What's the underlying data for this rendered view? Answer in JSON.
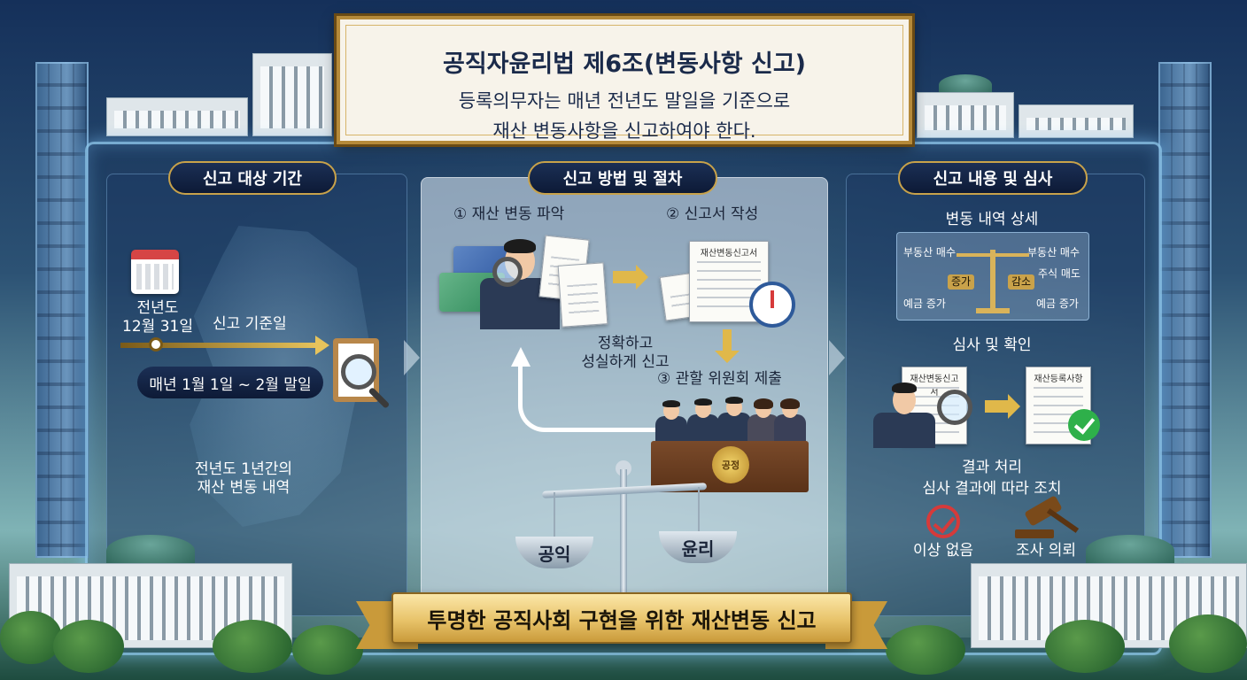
{
  "title_board": {
    "heading": "공직자윤리법 제6조(변동사항 신고)",
    "line1": "등록의무자는 매년 전년도 말일을 기준으로",
    "line2": "재산 변동사항을 신고하여야 한다."
  },
  "left_panel": {
    "header": "신고 대상 기간",
    "date_line1": "전년도",
    "date_line2": "12월 31일",
    "base_date_label": "신고 기준일",
    "period": "매년 1월 1일 ~ 2월 말일",
    "note_line1": "전년도 1년간의",
    "note_line2": "재산 변동 내역"
  },
  "middle_panel": {
    "header": "신고 방법 및 절차",
    "step1": "① 재산 변동 파악",
    "step2": "② 신고서 작성",
    "step3": "③ 관할 위원회 제출",
    "note_line1": "정확하고",
    "note_line2": "성실하게 신고",
    "form_title": "재산변동신고서",
    "seal_text": "공정",
    "scale_left": "공익",
    "scale_right": "윤리"
  },
  "right_panel": {
    "header": "신고 내용 및 심사",
    "details_title": "변동 내역 상세",
    "detail_items": {
      "top_left": "부동산 매수",
      "top_right": "부동산 매수",
      "mid_left": "증가",
      "mid_right": "감소",
      "mid_right2": "주식 매도",
      "bottom_left": "예금 증가",
      "bottom_right": "예금 증가"
    },
    "review_title": "심사 및 확인",
    "review_doc1": "재산변동신고서",
    "review_doc2": "재산등록사항",
    "result_title": "결과 처리",
    "result_sub": "심사 결과에 따라 조치",
    "result_ok": "이상 없음",
    "result_investigate": "조사 의뢰"
  },
  "ribbon": {
    "text": "투명한 공직사회 구현을 위한 재산변동 신고"
  },
  "colors": {
    "gold": "#c8a24a",
    "navy": "#0d1a36",
    "check_green": "#2eb04a",
    "check_red": "#d63a3a"
  }
}
